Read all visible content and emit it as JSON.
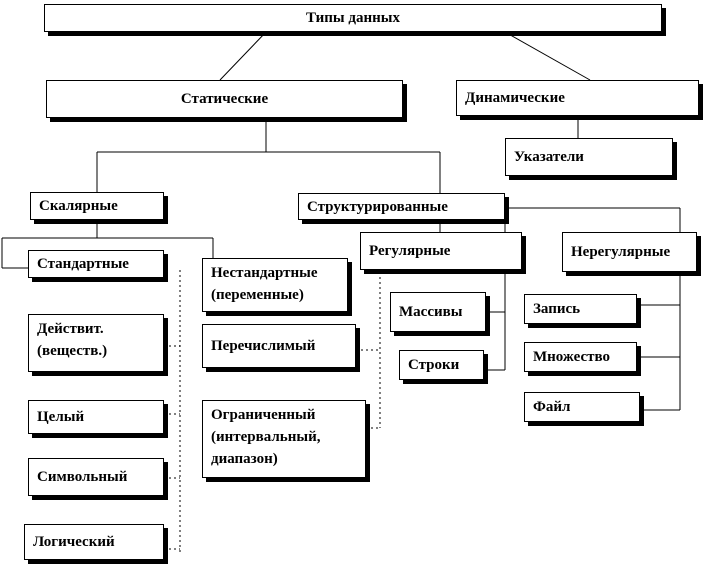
{
  "diagram": {
    "root": "Типы данных",
    "static": "Статические",
    "dynamic": "Динамические",
    "pointers": "Указатели",
    "scalar": "Скалярные",
    "structured": "Структурированные",
    "standard": "Стандартные",
    "nonstandard": [
      "Нестандартные",
      "(переменные)"
    ],
    "real": [
      "Действит.",
      "(веществ.)"
    ],
    "integer": "Целый",
    "char": "Символьный",
    "logical": "Логический",
    "enumerated": "Перечислимый",
    "range": [
      "Ограниченный",
      "(интервальный,",
      "диапазон)"
    ],
    "regular": "Регулярные",
    "irregular": "Нерегулярные",
    "arrays": "Массивы",
    "strings": "Строки",
    "record": "Запись",
    "set": "Множество",
    "file": "Файл"
  }
}
